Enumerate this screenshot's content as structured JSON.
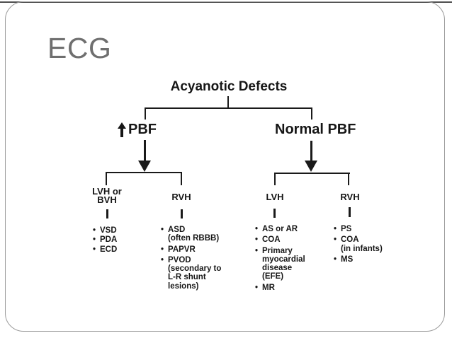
{
  "slide": {
    "title": "ECG"
  },
  "colors": {
    "title_gray": "#6f6f6f",
    "diagram_ink": "#1a1a1a",
    "frame_border": "#9a9a9a",
    "background": "#ffffff"
  },
  "diagram": {
    "root": "Acyanotic Defects",
    "level1": {
      "left": {
        "icon": "increased-flow-up-arrow",
        "label": "PBF"
      },
      "right": {
        "label": "Normal PBF"
      }
    },
    "groups": [
      {
        "heading_lines": [
          "LVH or",
          "BVH"
        ],
        "items": [
          {
            "lines": [
              "VSD"
            ]
          },
          {
            "lines": [
              "PDA"
            ]
          },
          {
            "lines": [
              "ECD"
            ]
          }
        ]
      },
      {
        "heading_lines": [
          "RVH"
        ],
        "items": [
          {
            "lines": [
              "ASD",
              "(often RBBB)"
            ]
          },
          {
            "lines": [
              "PAPVR"
            ]
          },
          {
            "lines": [
              "PVOD",
              "(secondary to",
              "L-R shunt",
              "lesions)"
            ]
          }
        ]
      },
      {
        "heading_lines": [
          "LVH"
        ],
        "items": [
          {
            "lines": [
              "AS or AR"
            ]
          },
          {
            "lines": [
              "COA"
            ]
          },
          {
            "lines": [
              "Primary",
              "myocardial",
              "disease",
              "(EFE)"
            ]
          },
          {
            "lines": [
              "MR"
            ]
          }
        ]
      },
      {
        "heading_lines": [
          "RVH"
        ],
        "items": [
          {
            "lines": [
              "PS"
            ]
          },
          {
            "lines": [
              "COA",
              "(in infants)"
            ]
          },
          {
            "lines": [
              "MS"
            ]
          }
        ]
      }
    ]
  }
}
